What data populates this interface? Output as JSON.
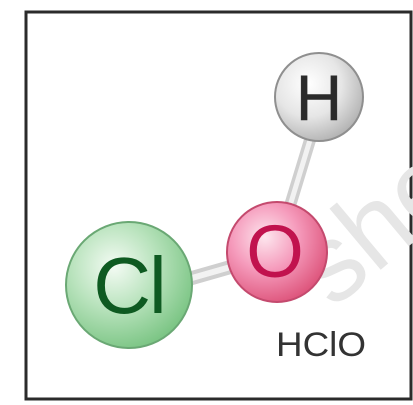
{
  "molecule": {
    "formula": "HClO",
    "atoms": [
      {
        "id": "cl",
        "symbol": "Cl"
      },
      {
        "id": "o",
        "symbol": "O"
      },
      {
        "id": "h",
        "symbol": "H"
      }
    ]
  },
  "watermark": "she",
  "colors": {
    "frame": "#2b2b2b",
    "cl_fill": "#9fd7a4",
    "cl_text": "#0e5a21",
    "o_fill": "#f07aa0",
    "o_text": "#c1124e",
    "h_fill": "#e2e2e2",
    "h_text": "#2a2a2a",
    "bond": "#d8d8d8",
    "formula_text": "#333333"
  }
}
